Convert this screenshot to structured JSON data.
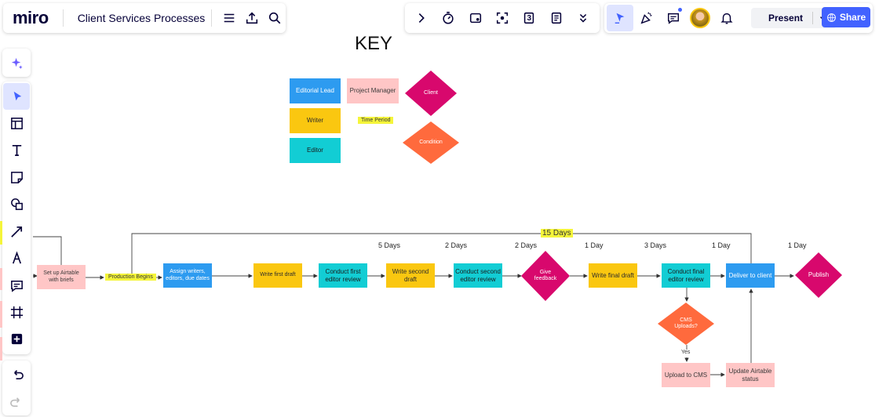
{
  "topbar": {
    "logo": "miro",
    "board_title": "Client Services Processes",
    "present_label": "Present",
    "share_label": "Share",
    "toolbar_calendar_digit": "3"
  },
  "key": {
    "title": "KEY",
    "items": {
      "editorial_lead": "Editorial Lead",
      "project_manager": "Project Manager",
      "client": "Client",
      "writer": "Writer",
      "time_period": "Time Period",
      "condition": "Condition",
      "editor": "Editor"
    }
  },
  "flow": {
    "total_period": "15 Days",
    "nodes": {
      "setup": "Set up Airtable with briefs",
      "production": "Production Begins",
      "assign": "Assign writers, editors, due dates",
      "first_draft": "Write first draft",
      "first_review": "Conduct first editor review",
      "second_draft": "Write second draft",
      "second_review": "Conduct second editor review",
      "feedback": "Give feedback",
      "final_draft": "Write final draft",
      "final_review": "Conduct final editor review",
      "deliver": "Deliver to client",
      "publish": "Publish",
      "cms_condition": "CMS Uploads?",
      "yes": "Yes",
      "upload_cms": "Upload to CMS",
      "update_airtable": "Update Airtable status"
    },
    "durations": {
      "d1": "5 Days",
      "d2": "2 Days",
      "d3": "2 Days",
      "d4": "1 Day",
      "d5": "3 Days",
      "d6": "1 Day",
      "d7": "1 Day"
    }
  },
  "colors": {
    "editorial_lead": "#2d9bf0",
    "project_manager": "#ffc6c6",
    "client": "#d8086d",
    "writer": "#fac710",
    "condition": "#ff6a3d",
    "editor": "#12cdd4",
    "time_period": "#f5f53a",
    "share": "#4262ff"
  }
}
